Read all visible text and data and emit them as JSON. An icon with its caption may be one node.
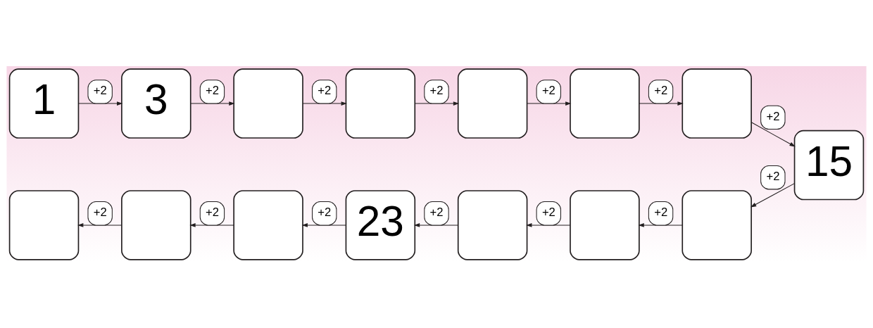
{
  "diagram": {
    "nodes": [
      {
        "text": [
          "1"
        ]
      },
      {
        "text": [
          "3"
        ]
      },
      {
        "text": [],
        "shape": "box"
      },
      {
        "text": [],
        "shape": "box"
      },
      {
        "text": [],
        "shape": "box"
      },
      {
        "text": [],
        "shape": "box"
      },
      {
        "text": [],
        "shape": "box"
      },
      {
        "text": [
          "15"
        ]
      },
      {
        "text": [],
        "shape": "box"
      },
      {
        "text": [],
        "shape": "box"
      },
      {
        "text": [],
        "shape": "box"
      },
      {
        "text": [
          "23"
        ]
      },
      {
        "text": [],
        "shape": "box"
      },
      {
        "text": [],
        "shape": "box"
      },
      {
        "text": [],
        "shape": "box"
      }
    ],
    "edges": [
      {
        "from": 0,
        "to": 1,
        "arrow": "to",
        "label": "+2"
      },
      {
        "from": 1,
        "to": 2,
        "arrow": "to",
        "label": "+2"
      },
      {
        "from": 2,
        "to": 3,
        "arrow": "to",
        "label": "+2"
      },
      {
        "from": 3,
        "to": 4,
        "arrow": "to",
        "label": "+2"
      },
      {
        "from": 4,
        "to": 5,
        "arrow": "to",
        "label": "+2"
      },
      {
        "from": 5,
        "to": 6,
        "arrow": "to",
        "label": "+2"
      },
      {
        "from": 6,
        "to": 7,
        "arrow": "to",
        "label": "+2"
      },
      {
        "from": 7,
        "to": 14,
        "arrow": "to",
        "label": "+2"
      },
      {
        "from": 14,
        "to": 13,
        "arrow": "to",
        "label": "+2"
      },
      {
        "from": 13,
        "to": 12,
        "arrow": "to",
        "label": "+2"
      },
      {
        "from": 12,
        "to": 11,
        "arrow": "to",
        "label": "+2"
      },
      {
        "from": 11,
        "to": 10,
        "arrow": "to",
        "label": "+2"
      },
      {
        "from": 10,
        "to": 9,
        "arrow": "to",
        "label": "+2"
      },
      {
        "from": 9,
        "to": 8,
        "arrow": "to",
        "label": "+2"
      }
    ]
  }
}
